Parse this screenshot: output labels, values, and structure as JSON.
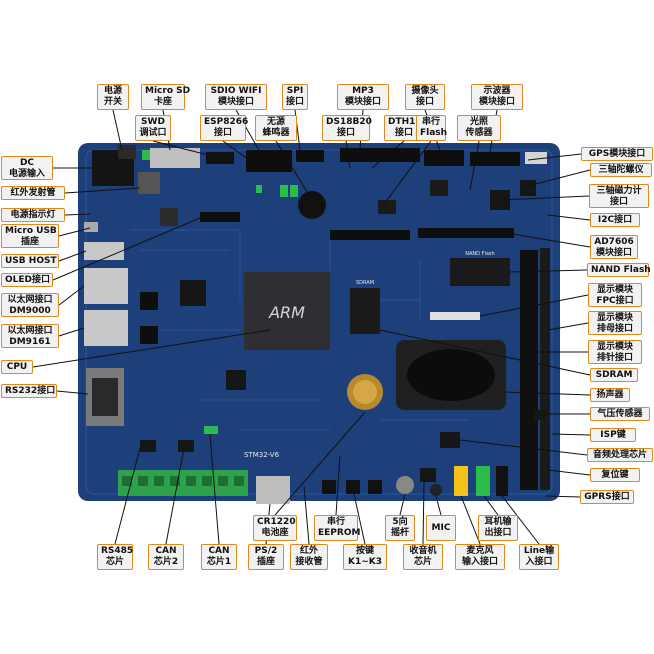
{
  "board": {
    "silk_model": "STM32-V6",
    "chip_marking": "ARM",
    "silk_nand": "NAND Flash",
    "silk_sdram": "SDRAM"
  },
  "colors": {
    "board": "#1d3f7a",
    "label_border": "#e08a1e",
    "line": "#111111"
  },
  "labels": {
    "power_switch": {
      "l1": "电源",
      "l2": "开关"
    },
    "microsd": {
      "l1": "Micro SD",
      "l2": "卡座"
    },
    "sdio_wifi": {
      "l1": "SDIO WIFI",
      "l2": "模块接口"
    },
    "spi": {
      "l1": "SPI",
      "l2": "接口"
    },
    "mp3": {
      "l1": "MP3",
      "l2": "模块接口"
    },
    "camera": {
      "l1": "摄像头",
      "l2": "接口"
    },
    "oscilloscope": {
      "l1": "示波器",
      "l2": "模块接口"
    },
    "swd": {
      "l1": "SWD",
      "l2": "调试口"
    },
    "esp8266": {
      "l1": "ESP8266",
      "l2": "接口"
    },
    "buzzer": {
      "l1": "无源",
      "l2": "蜂鸣器"
    },
    "ds18b20": {
      "l1": "DS18B20",
      "l2": "接口"
    },
    "dth11": {
      "l1": "DTH11",
      "l2": "接口"
    },
    "serial_flash": {
      "l1": "串行",
      "l2": "Flash"
    },
    "light_sensor": {
      "l1": "光照",
      "l2": "传感器"
    },
    "dc_input": {
      "l1": "DC",
      "l2": "电源输入"
    },
    "ir_tx": {
      "l1": "红外发射管"
    },
    "power_led": {
      "l1": "电源指示灯"
    },
    "micro_usb": {
      "l1": "Micro USB",
      "l2": "插座"
    },
    "usb_host": {
      "l1": "USB HOST"
    },
    "oled": {
      "l1": "OLED接口"
    },
    "eth_dm9000": {
      "l1": "以太网接口",
      "l2": "DM9000"
    },
    "eth_dm9161": {
      "l1": "以太网接口",
      "l2": "DM9161"
    },
    "cpu": {
      "l1": "CPU"
    },
    "rs232": {
      "l1": "RS232接口"
    },
    "gps": {
      "l1": "GPS模块接口"
    },
    "gyro": {
      "l1": "三轴陀螺仪"
    },
    "magnetometer": {
      "l1": "三轴磁力计",
      "l2": "接口"
    },
    "i2c": {
      "l1": "I2C接口"
    },
    "ad7606": {
      "l1": "AD7606",
      "l2": "模块接口"
    },
    "nand_flash": {
      "l1": "NAND Flash"
    },
    "fpc": {
      "l1": "显示模块",
      "l2": "FPC接口"
    },
    "display_header": {
      "l1": "显示模块",
      "l2": "排母接口"
    },
    "display_pin": {
      "l1": "显示模块",
      "l2": "排针接口"
    },
    "sdram": {
      "l1": "SDRAM"
    },
    "speaker": {
      "l1": "扬声器"
    },
    "pressure": {
      "l1": "气压传感器"
    },
    "isp": {
      "l1": "ISP键"
    },
    "audio_chip": {
      "l1": "音频处理芯片"
    },
    "reset": {
      "l1": "复位键"
    },
    "gprs": {
      "l1": "GPRS接口"
    },
    "cr1220": {
      "l1": "CR1220",
      "l2": "电池座"
    },
    "eeprom": {
      "l1": "串行",
      "l2": "EEPROM"
    },
    "joystick": {
      "l1": "5向",
      "l2": "摇杆"
    },
    "mic": {
      "l1": "MIC"
    },
    "earphone": {
      "l1": "耳机输",
      "l2": "出接口"
    },
    "rs485": {
      "l1": "RS485",
      "l2": "芯片"
    },
    "can2": {
      "l1": "CAN",
      "l2": "芯片2"
    },
    "can1": {
      "l1": "CAN",
      "l2": "芯片1"
    },
    "ps2": {
      "l1": "PS/2",
      "l2": "插座"
    },
    "ir_rx": {
      "l1": "红外",
      "l2": "接收管"
    },
    "keys": {
      "l1": "按键",
      "l2": "K1~K3"
    },
    "radio": {
      "l1": "收音机",
      "l2": "芯片"
    },
    "mic_in": {
      "l1": "麦克风",
      "l2": "输入接口"
    },
    "line_in": {
      "l1": "Line输",
      "l2": "入接口"
    }
  }
}
